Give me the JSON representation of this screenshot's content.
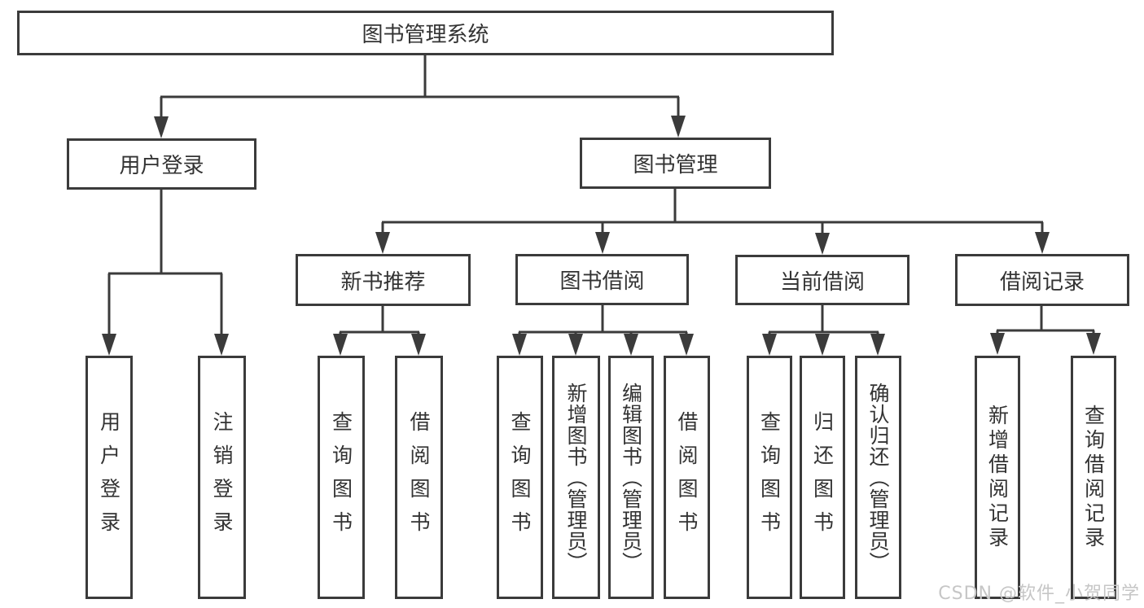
{
  "diagram_title": "图书管理系统",
  "colors": {
    "line": "#3b3b3b",
    "box_border": "#3b3b3b",
    "box_fill": "#ffffff",
    "text": "#333333",
    "watermark": "#c6c6c6"
  },
  "tree": {
    "label": "图书管理系统",
    "children": [
      {
        "label": "用户登录",
        "children": [
          {
            "label": "用户登录"
          },
          {
            "label": "注销登录"
          }
        ]
      },
      {
        "label": "图书管理",
        "children": [
          {
            "label": "新书推荐",
            "children": [
              {
                "label": "查询图书"
              },
              {
                "label": "借阅图书"
              }
            ]
          },
          {
            "label": "图书借阅",
            "children": [
              {
                "label": "查询图书"
              },
              {
                "label": "新增图书（管理员）"
              },
              {
                "label": "编辑图书（管理员）"
              },
              {
                "label": "借阅图书"
              }
            ]
          },
          {
            "label": "当前借阅",
            "children": [
              {
                "label": "查询图书"
              },
              {
                "label": "归还图书"
              },
              {
                "label": "确认归还（管理员）"
              }
            ]
          },
          {
            "label": "借阅记录",
            "children": [
              {
                "label": "新增借阅记录"
              },
              {
                "label": "查询借阅记录"
              }
            ]
          }
        ]
      }
    ]
  },
  "watermark": {
    "text": "CSDN @软件_小贺同学"
  }
}
